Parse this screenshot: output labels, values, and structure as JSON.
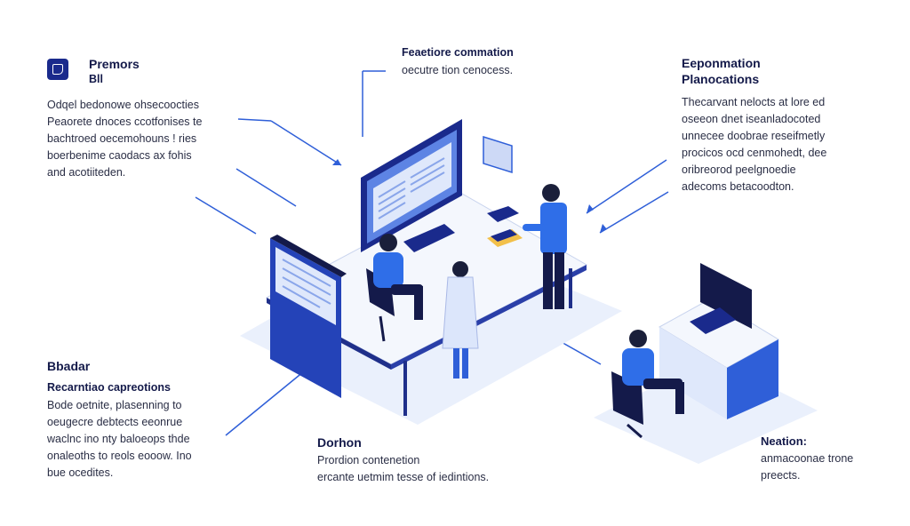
{
  "colors": {
    "accent": "#2f5fd8",
    "dark": "#141a4a",
    "floor": "#e9eefb"
  },
  "top_left": {
    "badge_icon": "square-logo-icon",
    "title": "Premors",
    "title2": "Bll",
    "lines": [
      "Odqel bedonowe ohsecoocties",
      "Peaorete dnoces ccotfonises te",
      "bachtroed oecemohouns ! ries",
      "boerbenime caodacs ax fohis",
      "and acotiiteden."
    ]
  },
  "top_center": {
    "title": "Feaetiore commation",
    "line": "oecutre tion cenocess."
  },
  "top_right": {
    "title": "Eeponmation",
    "title2": "Planocations",
    "lines": [
      "Thecarvant nelocts at lore ed",
      "oseeon dnet iseanladocoted",
      "unnecee doobrae reseifmetly",
      "procicos ocd cenmohedt, dee",
      "oribreorod peelgnoedie",
      "adecoms betacoodton."
    ]
  },
  "bottom_left": {
    "title": "Bbadar",
    "subtitle": "Recarntiao capreotions",
    "lines": [
      "Bode oetnite, plasenning to",
      "oeugecre debtects eeonrue",
      "waclnc ino nty baloeops thde",
      "onaleoths to reols eooow. Ino",
      "bue ocedites."
    ]
  },
  "bottom_center": {
    "title": "Dorhon",
    "lines": [
      "Prordion contenetion",
      "ercante uetmim tesse of iedintions."
    ]
  },
  "bottom_right": {
    "title": "Neation:",
    "lines": [
      "anmacoonae trone",
      "preects."
    ]
  }
}
